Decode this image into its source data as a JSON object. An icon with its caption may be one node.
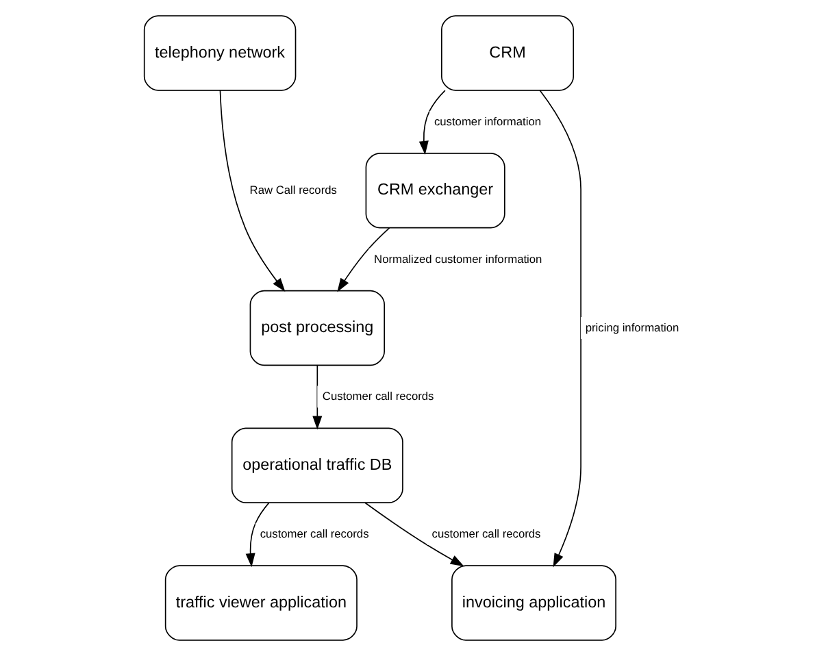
{
  "diagram": {
    "nodes": [
      {
        "text": [
          "telephony network"
        ]
      },
      {
        "text": [
          "CRM"
        ]
      },
      {
        "text": [
          "CRM exchanger"
        ]
      },
      {
        "text": [
          "invoicing application"
        ]
      },
      {
        "text": [
          "post processing"
        ]
      },
      {
        "text": [
          "traffic viewer application"
        ]
      },
      {
        "text": [
          "operational traffic DB"
        ]
      }
    ],
    "edges": [
      {
        "from": 1,
        "to": 2,
        "arrow": "to",
        "label": "customer information"
      },
      {
        "from": 1,
        "to": 3,
        "arrow": "to",
        "label": "pricing information"
      },
      {
        "from": 0,
        "to": 4,
        "arrow": "to",
        "label": "Raw Call records"
      },
      {
        "from": 2,
        "to": 4,
        "arrow": "to",
        "label": "Normalized customer information"
      },
      {
        "from": 4,
        "to": 6,
        "arrow": "to",
        "label": "Customer call records"
      },
      {
        "from": 6,
        "to": 3,
        "arrow": "to",
        "label": "customer call records"
      },
      {
        "from": 6,
        "to": 5,
        "arrow": "to",
        "label": "customer call records"
      }
    ]
  }
}
